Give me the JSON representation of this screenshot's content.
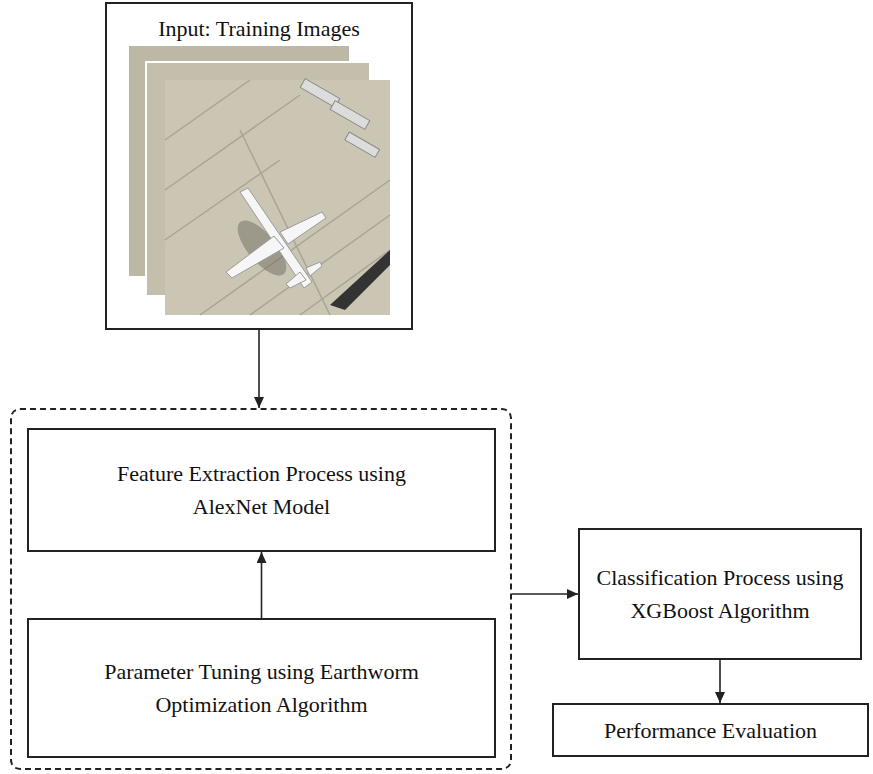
{
  "diagram": {
    "nodes": [
      {
        "text": [
          "Input: Training Images"
        ]
      },
      {
        "text": []
      },
      {
        "text": [
          "Feature Extraction Process using AlexNet Model"
        ],
        "in": 1
      },
      {
        "text": [
          "Parameter Tuning using Earthworm Optimization Algorithm"
        ],
        "in": 1
      },
      {
        "text": [
          "Classification Process using XGBoost Algorithm"
        ]
      },
      {
        "text": [
          "Performance Evaluation"
        ]
      }
    ],
    "edges": [
      {
        "from": 0,
        "to": 1,
        "arrow": "to"
      },
      {
        "from": 3,
        "to": 2,
        "arrow": "to"
      },
      {
        "from": 1,
        "to": 4,
        "arrow": "to"
      },
      {
        "from": 4,
        "to": 5,
        "arrow": "to"
      }
    ]
  }
}
